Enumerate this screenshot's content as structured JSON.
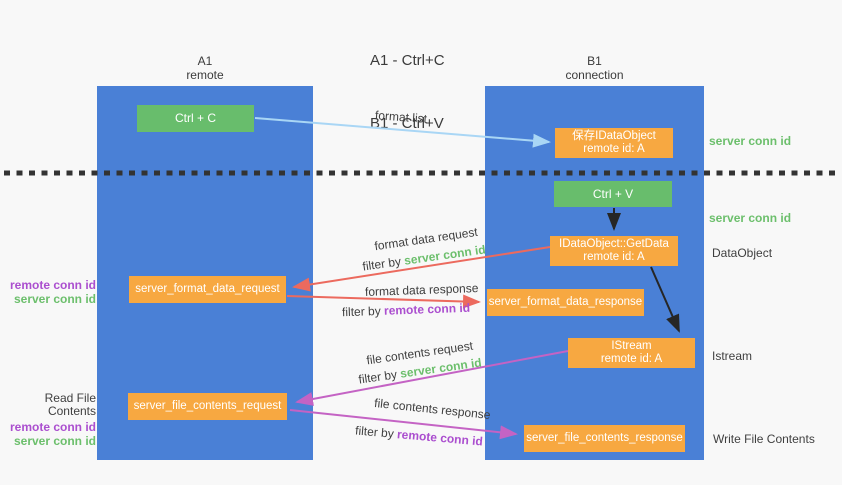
{
  "title": {
    "line1": "A1 - Ctrl+C",
    "line2": "B1 - Ctrl+V"
  },
  "lanes": {
    "a1": {
      "id": "A1",
      "role": "remote"
    },
    "b1": {
      "id": "B1",
      "role": "connection"
    }
  },
  "nodes": {
    "ctrl_c": {
      "label": "Ctrl + C"
    },
    "ctrl_v": {
      "label": "Ctrl + V"
    },
    "save_dataobject": {
      "line1": "保存IDataObject",
      "line2": "remote id: A"
    },
    "getdata": {
      "line1": "IDataObject::GetData",
      "line2": "remote id: A"
    },
    "istream": {
      "line1": "IStream",
      "line2": "remote id: A"
    },
    "format_request": {
      "label": "server_format_data_request"
    },
    "format_response": {
      "label": "server_format_data_response"
    },
    "file_request": {
      "label": "server_file_contents_request"
    },
    "file_response": {
      "label": "server_file_contents_response"
    }
  },
  "edge_labels": {
    "format_list": "format list",
    "format_data_request": "format data request",
    "format_data_response": "format data response",
    "file_contents_request": "file contents request",
    "file_contents_response": "file contents response",
    "filter_by": "filter by",
    "server_conn_id": "server conn id",
    "remote_conn_id": "remote conn id"
  },
  "side_labels": {
    "server_conn_id_top": "server conn id",
    "server_conn_id_mid": "server conn id",
    "dataobject": "DataObject",
    "istream": "Istream",
    "write_file_contents": "Write File Contents",
    "read_file_contents": "Read File Contents",
    "remote_conn_id": "remote conn id",
    "server_conn_id": "server conn id"
  },
  "colors": {
    "lane_blue": "#4a80d6",
    "node_green": "#68bd6c",
    "node_orange": "#f7a841",
    "arrow_light_blue": "#a9d6f5",
    "arrow_red": "#ec6a5e",
    "arrow_magenta": "#c463c4",
    "arrow_black": "#262626",
    "text_green": "#6cbf6c",
    "text_purple": "#ab4fcf",
    "background": "#f8f8f8"
  }
}
